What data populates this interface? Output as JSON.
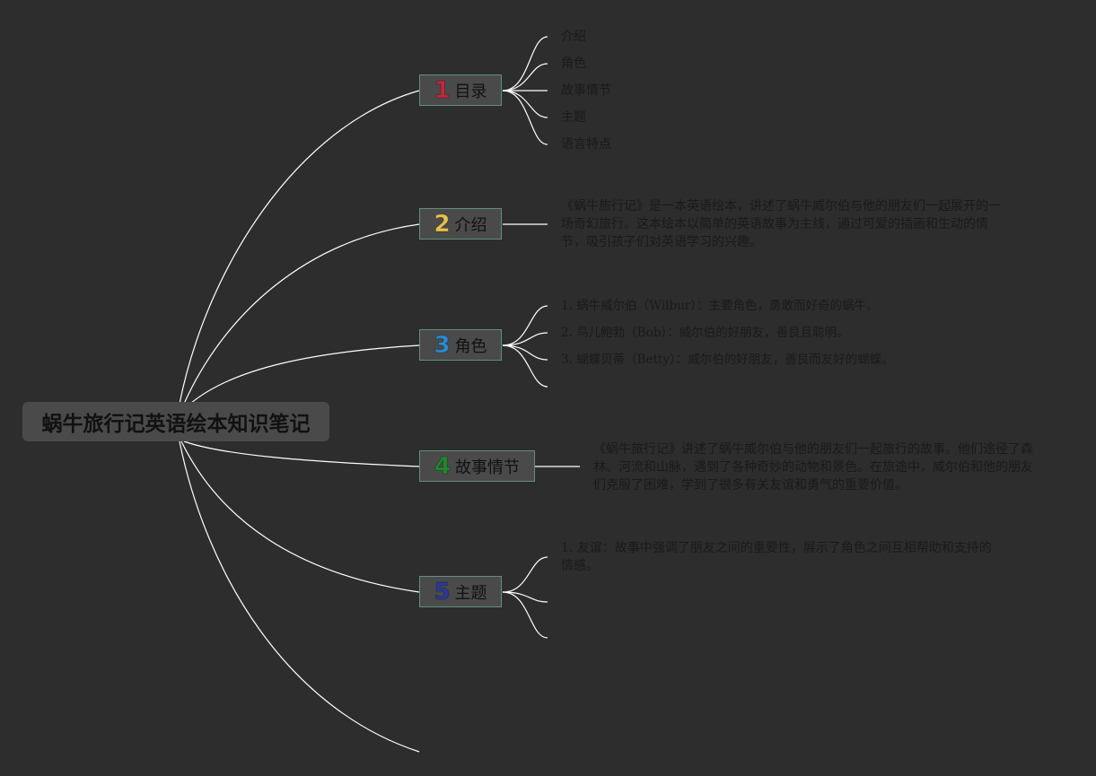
{
  "root": {
    "title": "蜗牛旅行记英语绘本知识笔记"
  },
  "branches": [
    {
      "number": "1",
      "label": "目录",
      "color": "#c0283c",
      "items": [
        "介绍",
        "角色",
        "故事情节",
        "主题",
        "语言特点"
      ]
    },
    {
      "number": "2",
      "label": "介绍",
      "color": "#e8c24a",
      "text": "《蜗牛旅行记》是一本英语绘本，讲述了蜗牛威尔伯与他的朋友们一起展开的一场奇幻旅行。这本绘本以简单的英语故事为主线，通过可爱的插画和生动的情节，吸引孩子们对英语学习的兴趣。"
    },
    {
      "number": "3",
      "label": "角色",
      "color": "#2b8bd0",
      "items": [
        "1. 蜗牛威尔伯（Wilbur）：主要角色，勇敢而好奇的蜗牛。",
        "2. 鸟儿鲍勃（Bob）：威尔伯的好朋友，善良且聪明。",
        "3. 蝴蝶贝蒂（Betty）：威尔伯的好朋友，善良而友好的蝴蝶。"
      ]
    },
    {
      "number": "4",
      "label": "故事情节",
      "color": "#1f8a2a",
      "text": "《蜗牛旅行记》讲述了蜗牛威尔伯与他的朋友们一起旅行的故事。他们途径了森林、河流和山脉，遇到了各种奇妙的动物和景色。在旅途中，威尔伯和他的朋友们克服了困难，学到了很多有关友谊和勇气的重要价值。"
    },
    {
      "number": "5",
      "label": "主题",
      "color": "#2a3a9a",
      "items": [
        "1. 友谊：故事中强调了朋友之间的重要性，展示了角色之间互相帮助和支持的情感。"
      ]
    }
  ],
  "colors": {
    "background": "#2d2d2d",
    "node_fill": "#4a4a4a",
    "node_border": "#5f8f80",
    "line": "#ffffff"
  }
}
